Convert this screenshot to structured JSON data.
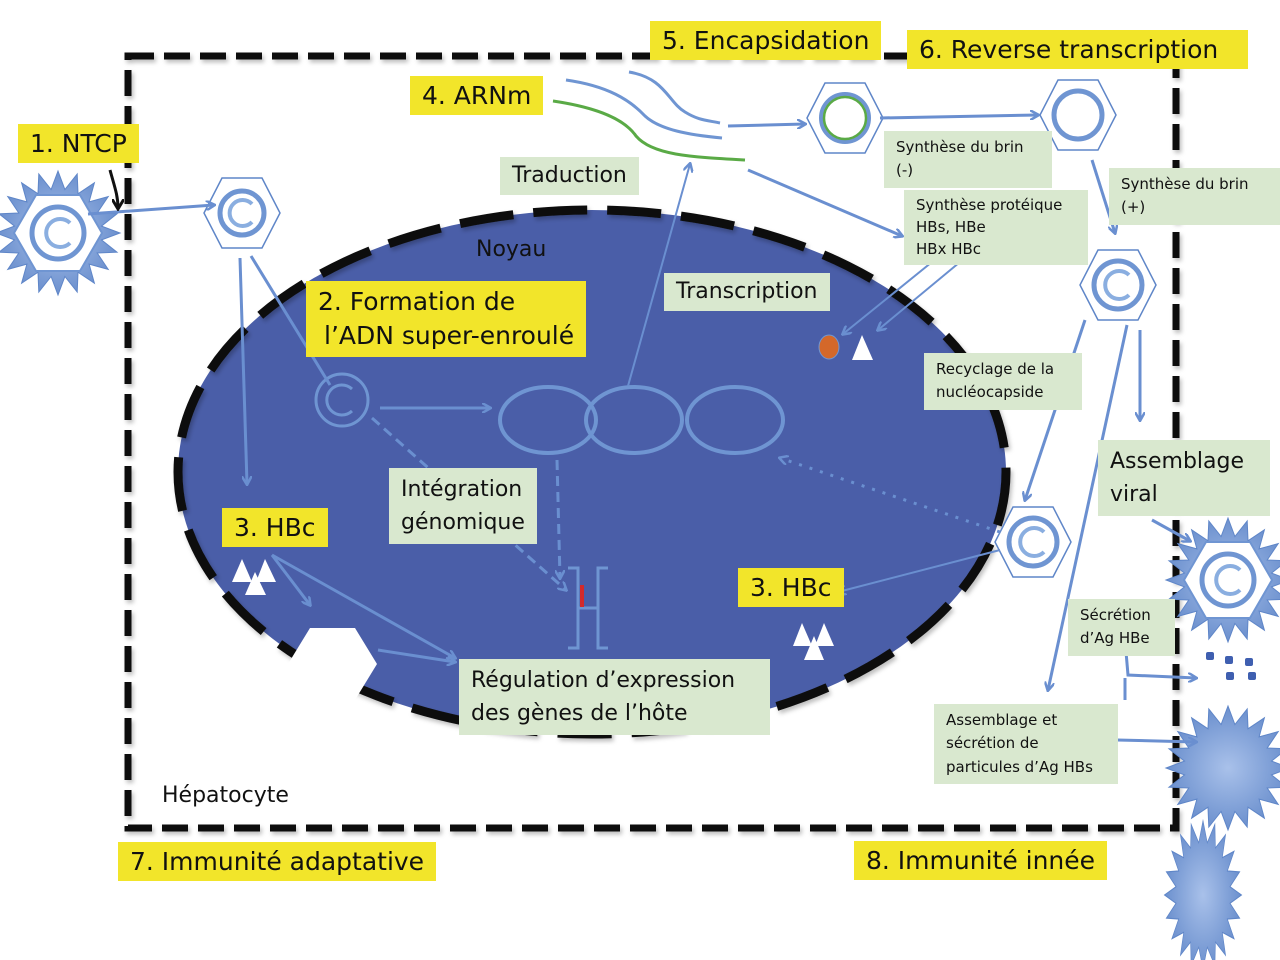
{
  "figure": {
    "subject": "Cycle de réplication du virus de l'hépatite B dans l'hépatocyte",
    "colors": {
      "step_label_bg": "#f2e52a",
      "process_label_bg": "#d9e8cf",
      "nucleus_fill": "#4a5ea8",
      "virus_blue": "#6f95d2",
      "arrow_blue": "#6a8fd0",
      "rna_green": "#5aaa46",
      "membrane": "#111111",
      "hbx_dot": "#d4682a",
      "integration_mark": "#d42a2a"
    }
  },
  "compartments": {
    "cell": "Hépatocyte",
    "nucleus": "Noyau"
  },
  "steps": {
    "s1": "1. NTCP",
    "s2_line1": "2. Formation de",
    "s2_line2": "l’ADN super-enroulé",
    "s3a": "3. HBc",
    "s3b": "3. HBc",
    "s4": "4. ARNm",
    "s5": "5. Encapsidation",
    "s6": "6. Reverse transcription",
    "s7": "7. Immunité adaptative",
    "s8": "8. Immunité innée"
  },
  "processes": {
    "traduction": "Traduction",
    "transcription": "Transcription",
    "integration_line1": "Intégration",
    "integration_line2": "génomique",
    "regulation_line1": "Régulation d’expression",
    "regulation_line2": "des gènes de l’hôte",
    "brin_moins": "Synthèse du brin (-)",
    "brin_plus": "Synthèse du brin (+)",
    "proteique_line1": "Synthèse protéique",
    "proteique_line2": "HBs, HBe",
    "proteique_line3": "HBx HBc",
    "recyclage_line1": "Recyclage de la",
    "recyclage_line2": "nucléocapside",
    "assemblage_viral_line1": "Assemblage",
    "assemblage_viral_line2": "viral",
    "secretion_hbe_line1": "Sécrétion",
    "secretion_hbe_line2": "d’Ag HBe",
    "secretion_hbs_line1": "Assemblage et",
    "secretion_hbs_line2": "sécrétion de",
    "secretion_hbs_line3": "particules d’Ag HBs"
  }
}
